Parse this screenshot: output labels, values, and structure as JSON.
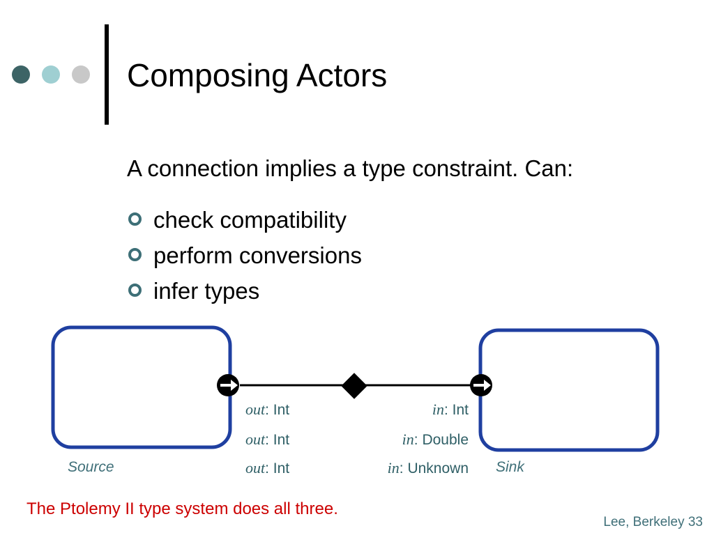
{
  "slide": {
    "title": "Composing Actors",
    "intro": "A connection implies a type constraint. Can:",
    "bullets": [
      "check compatibility",
      "perform conversions",
      "infer types"
    ],
    "conclusion": "The Ptolemy II type system does all three.",
    "footer": "Lee, Berkeley 33"
  },
  "diagram": {
    "source_label": "Source",
    "sink_label": "Sink",
    "rows": [
      {
        "out_name": "out",
        "out_type": ": Int",
        "in_name": "in",
        "in_type": ": Int"
      },
      {
        "out_name": "out",
        "out_type": ": Int",
        "in_name": "in",
        "in_type": ": Double"
      },
      {
        "out_name": "out",
        "out_type": ": Int",
        "in_name": "in",
        "in_type": ": Unknown"
      }
    ]
  },
  "colors": {
    "actor_border": "#1f3fa0",
    "accent_dark": "#3d6466",
    "accent_light": "#9fcfd2",
    "accent_gray": "#c8c8c8",
    "conclusion_red": "#cc0000",
    "label_teal": "#3f6f78"
  }
}
